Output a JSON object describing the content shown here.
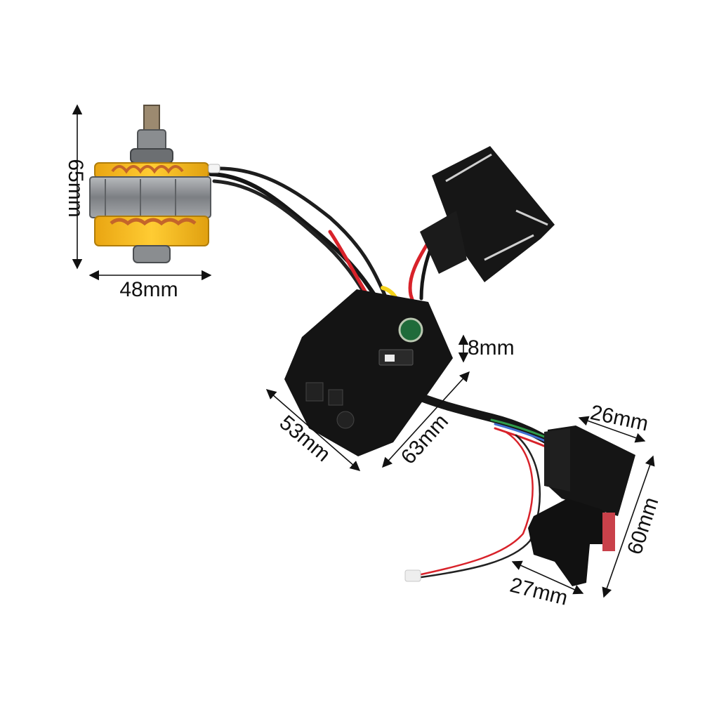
{
  "dimensions": {
    "motor_height": "65mm",
    "motor_width": "48mm",
    "board_thickness": "8mm",
    "board_width": "53mm",
    "board_length": "63mm",
    "switch_depth": "26mm",
    "switch_height": "60mm",
    "trigger_width": "27mm"
  },
  "colors": {
    "motor_yellow": "#f2b51c",
    "stator_steel": "#8c8f93",
    "copper": "#c4652a",
    "housing_black": "#151515",
    "wire_red": "#d8222a",
    "wire_yellow": "#f4d21a",
    "wire_blue": "#7fa8e0",
    "wire_green": "#2f9b4b",
    "arrow": "#111111"
  }
}
